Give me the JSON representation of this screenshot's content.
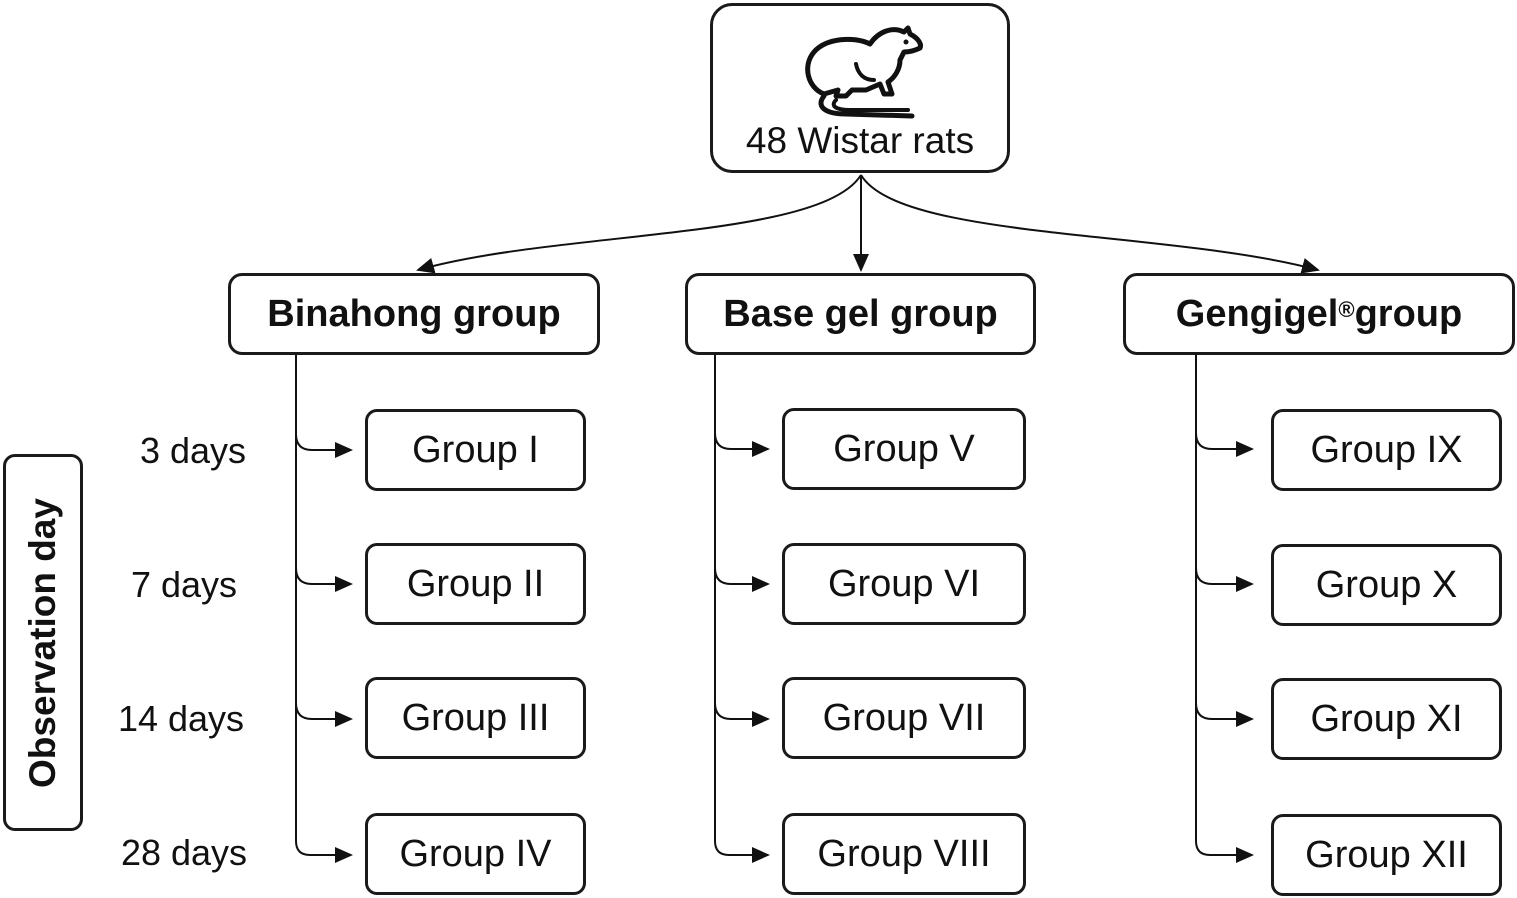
{
  "root": {
    "label": "48 Wistar rats",
    "icon": "rat-icon"
  },
  "treatments": [
    {
      "label": "Binahong group",
      "sup": ""
    },
    {
      "label": "Base gel group",
      "sup": ""
    },
    {
      "label": "Gengigel",
      "sup": "®",
      "suffix": " group"
    }
  ],
  "days": [
    "3 days",
    "7 days",
    "14 days",
    "28 days"
  ],
  "groups": [
    [
      "Group I",
      "Group II",
      "Group III",
      "Group IV"
    ],
    [
      "Group V",
      "Group VI",
      "Group VII",
      "Group VIII"
    ],
    [
      "Group IX",
      "Group X",
      "Group XI",
      "Group XII"
    ]
  ],
  "side_label": "Observation day"
}
